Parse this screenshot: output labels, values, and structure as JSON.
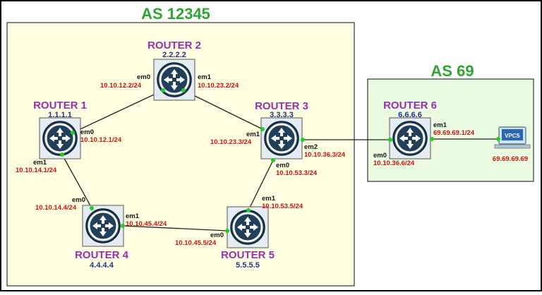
{
  "colors": {
    "as_title": "#2ea52e",
    "router_name": "#9a2fb0",
    "router_id": "#2a2f8f",
    "interface_ip": "#d01010",
    "port_dot": "#22cc22",
    "as_box_12345_fill": "#fffee0",
    "as_box_69_fill": "#eafbe2",
    "router_icon": "#1f3f5b"
  },
  "as_areas": [
    {
      "title": "AS 12345"
    },
    {
      "title": "AS 69"
    }
  ],
  "routers": [
    {
      "name": "ROUTER 1",
      "id": "1.1.1.1",
      "icon": "router-icon"
    },
    {
      "name": "ROUTER 2",
      "id": "2.2.2.2",
      "icon": "router-icon"
    },
    {
      "name": "ROUTER 3",
      "id": "3.3.3.3",
      "icon": "router-icon"
    },
    {
      "name": "ROUTER 4",
      "id": "4.4.4.4",
      "icon": "router-icon"
    },
    {
      "name": "ROUTER 5",
      "id": "5.5.5.5",
      "icon": "router-icon"
    },
    {
      "name": "ROUTER 6",
      "id": "6.6.6.6",
      "icon": "router-icon"
    }
  ],
  "host": {
    "label": "VPCS",
    "ip": "69.69.69.69",
    "icon": "pc-icon"
  },
  "interfaces": [
    {
      "router": "ROUTER 1",
      "name": "em0",
      "ip": "10.10.12.1/24"
    },
    {
      "router": "ROUTER 1",
      "name": "em1",
      "ip": "10.10.14.1/24"
    },
    {
      "router": "ROUTER 2",
      "name": "em0",
      "ip": "10.10.12.2/24"
    },
    {
      "router": "ROUTER 2",
      "name": "em1",
      "ip": "10.10.23.2/24"
    },
    {
      "router": "ROUTER 3",
      "name": "em1",
      "ip": "10.10.23.3/24"
    },
    {
      "router": "ROUTER 3",
      "name": "em2",
      "ip": "10.10.36.3/24"
    },
    {
      "router": "ROUTER 3",
      "name": "em0",
      "ip": "10.10.53.3/24"
    },
    {
      "router": "ROUTER 4",
      "name": "em0",
      "ip": "10.10.14.4/24"
    },
    {
      "router": "ROUTER 4",
      "name": "em1",
      "ip": "10.10.45.4/24"
    },
    {
      "router": "ROUTER 5",
      "name": "em1",
      "ip": "10.10.53.5/24"
    },
    {
      "router": "ROUTER 5",
      "name": "em0",
      "ip": "10.10.45.5/24"
    },
    {
      "router": "ROUTER 6",
      "name": "em0",
      "ip": "10.10.36.6/24"
    },
    {
      "router": "ROUTER 6",
      "name": "em1",
      "ip": "69.69.69.1/24"
    }
  ],
  "links": [
    {
      "a": "ROUTER 1",
      "b": "ROUTER 2"
    },
    {
      "a": "ROUTER 2",
      "b": "ROUTER 3"
    },
    {
      "a": "ROUTER 1",
      "b": "ROUTER 4"
    },
    {
      "a": "ROUTER 4",
      "b": "ROUTER 5"
    },
    {
      "a": "ROUTER 5",
      "b": "ROUTER 3"
    },
    {
      "a": "ROUTER 3",
      "b": "ROUTER 6"
    },
    {
      "a": "ROUTER 6",
      "b": "VPCS"
    }
  ]
}
